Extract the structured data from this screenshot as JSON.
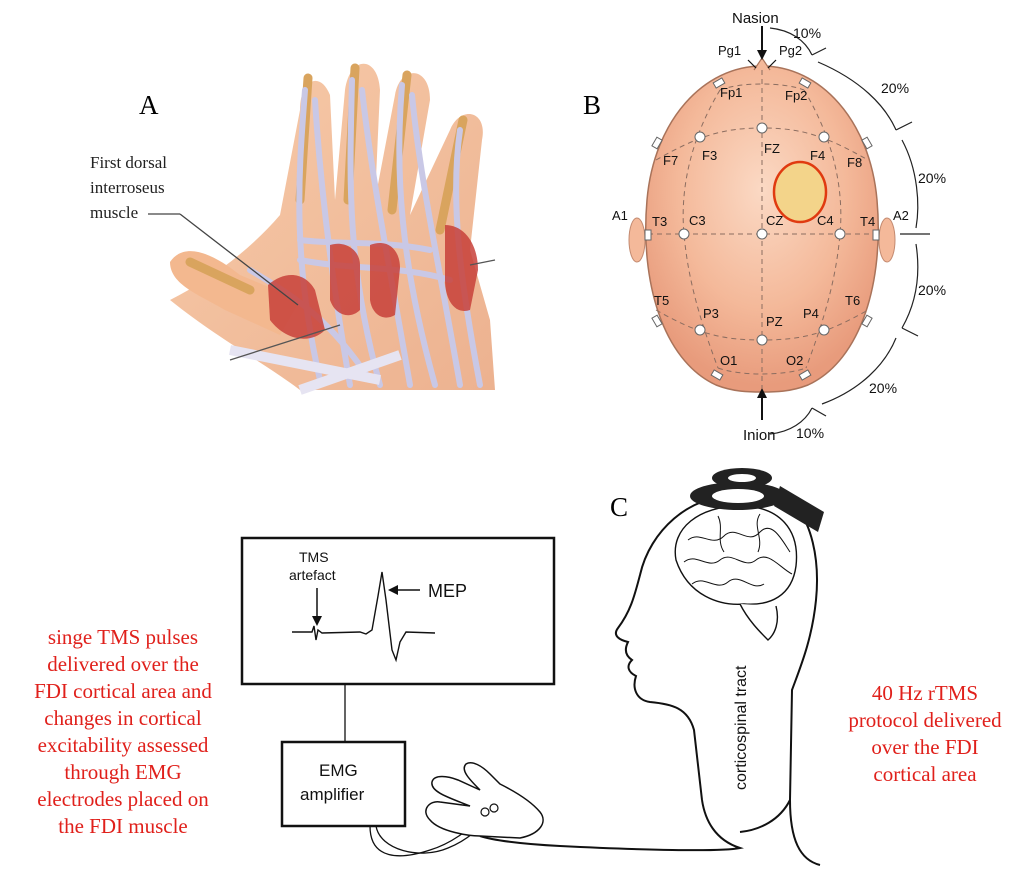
{
  "panels": {
    "a": "A",
    "b": "B",
    "c": "C"
  },
  "hand": {
    "label_line1": "First dorsal",
    "label_line2": "interroseus",
    "label_line3": "muscle"
  },
  "eeg": {
    "nasion": "Nasion",
    "inion": "Inion",
    "pct_top": "10%",
    "pct_bottom": "10%",
    "pct_r1": "20%",
    "pct_r2": "20%",
    "pct_r3": "20%",
    "pct_r4": "20%",
    "electrodes": {
      "Pg1": "Pg1",
      "Pg2": "Pg2",
      "Fp1": "Fp1",
      "Fp2": "Fp2",
      "F7": "F7",
      "F3": "F3",
      "Fz": "FZ",
      "F4": "F4",
      "F8": "F8",
      "A1": "A1",
      "T3": "T3",
      "C3": "C3",
      "Cz": "CZ",
      "C4": "C4",
      "T4": "T4",
      "A2": "A2",
      "T5": "T5",
      "P3": "P3",
      "Pz": "PZ",
      "P4": "P4",
      "T6": "T6",
      "O1": "O1",
      "O2": "O2"
    }
  },
  "monitor": {
    "tms_line1": "TMS",
    "tms_line2": "artefact",
    "mep": "MEP"
  },
  "amp": {
    "line1": "EMG",
    "line2": "amplifier"
  },
  "tract": "corticospinal tract",
  "left_note": [
    "singe TMS pulses",
    "delivered over the",
    "FDI cortical area and",
    "changes in cortical",
    "excitability assessed",
    "through EMG",
    "electrodes placed on",
    "the FDI muscle"
  ],
  "right_note": [
    "40 Hz rTMS",
    "protocol delivered",
    "over the FDI",
    "cortical area"
  ],
  "colors": {
    "note_red": "#e0201b",
    "scalp": "#f4b99a",
    "target_fill": "#f3d48a",
    "target_stroke": "#e03a10"
  }
}
